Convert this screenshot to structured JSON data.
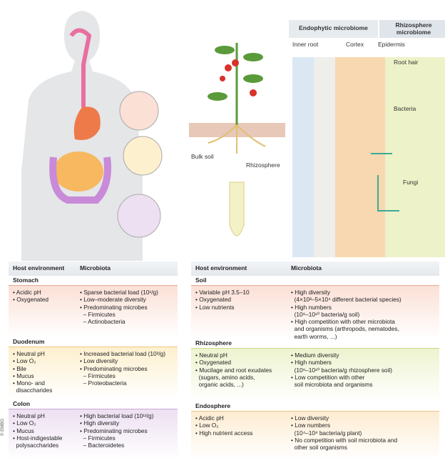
{
  "labels": {
    "bulk_soil": "Bulk soil",
    "rhizosphere": "Rhizosphere",
    "endophytic": "Endophytic microbiome",
    "rhizo_microbiome": "Rhizosphere microbiome",
    "inner_root": "Inner root",
    "cortex": "Cortex",
    "epidermis": "Epidermis",
    "root_hair": "Root hair",
    "bacteria": "Bacteria",
    "fungi": "Fungi",
    "copyright": "© EMBO"
  },
  "left_table": {
    "h1": "Host environment",
    "h2": "Microbiota",
    "rows": [
      {
        "name": "Stomach",
        "color": "#fbe0d6",
        "line": "#e8a89a",
        "host": [
          "• Acidic pH",
          "• Oxygenated"
        ],
        "micro": [
          "• Sparse bacterial load (10¹/g)",
          "• Low–moderate diversity",
          "• Predominating microbes",
          "  – Firmicutes",
          "  – Actinobacteria"
        ]
      },
      {
        "name": "Duodenum",
        "color": "#fdf0cf",
        "line": "#ecc97a",
        "host": [
          "• Neutral pH",
          "• Low O₂",
          "• Bile",
          "• Mucus",
          "• Mono- and",
          "  disaccharides"
        ],
        "micro": [
          "• Increased bacterial load (10³/g)",
          "• Low diversity",
          "• Predominating microbes",
          "  – Firmicutes",
          "  – Proteobacteria"
        ]
      },
      {
        "name": "Colon",
        "color": "#ede0f2",
        "line": "#c9a9d6",
        "host": [
          "• Neutral pH",
          "• Low O₂",
          "• Mucus",
          "• Host-indigestable",
          "  polysaccharides"
        ],
        "micro": [
          "• High bacterial load (10¹²/g)",
          "• High diversity",
          "• Predominating microbes",
          "  – Firmicutes",
          "  – Bacteroidetes"
        ]
      }
    ]
  },
  "right_table": {
    "h1": "Host environment",
    "h2": "Microbiota",
    "rows": [
      {
        "name": "Soil",
        "color": "#fbe0d6",
        "line": "#e8a89a",
        "host": [
          "• Variable pH 3.5–10",
          "• Oxygenated",
          "• Low nutrients"
        ],
        "micro": [
          "• High diversity",
          "  (4×10³–5×10⁴ different bacterial species)",
          "• High numbers",
          "  (10⁸–10¹⁰ bacteria/g soil)",
          "• High competition with other microbiota",
          "  and organisms (arthropods, nematodes,",
          "  earth worms, ...)"
        ]
      },
      {
        "name": "Rhizosphere",
        "color": "#eef3cf",
        "line": "#c9d98a",
        "host": [
          "• Neutral pH",
          "• Oxygenated",
          "• Mucilage and root exudates",
          "  (sugars, amino acids,",
          "  organic acids, ...)"
        ],
        "micro": [
          "• Medium diversity",
          "• High numbers",
          "  (10⁸–10¹⁰ bacteria/g rhizosphere soil)",
          "• Low competition with other",
          "  soil microbiota and organisms"
        ]
      },
      {
        "name": "Endosphere",
        "color": "#fdecd2",
        "line": "#ecc48a",
        "host": [
          "• Acidic pH",
          "• Low O₂",
          "• High nutrient access"
        ],
        "micro": [
          "• Low diversity",
          "• Low numbers",
          "  (10⁴–10⁸ bacteria/g plant)",
          "• No competition with soil microbiota and",
          "  other soil organisms"
        ]
      }
    ]
  }
}
